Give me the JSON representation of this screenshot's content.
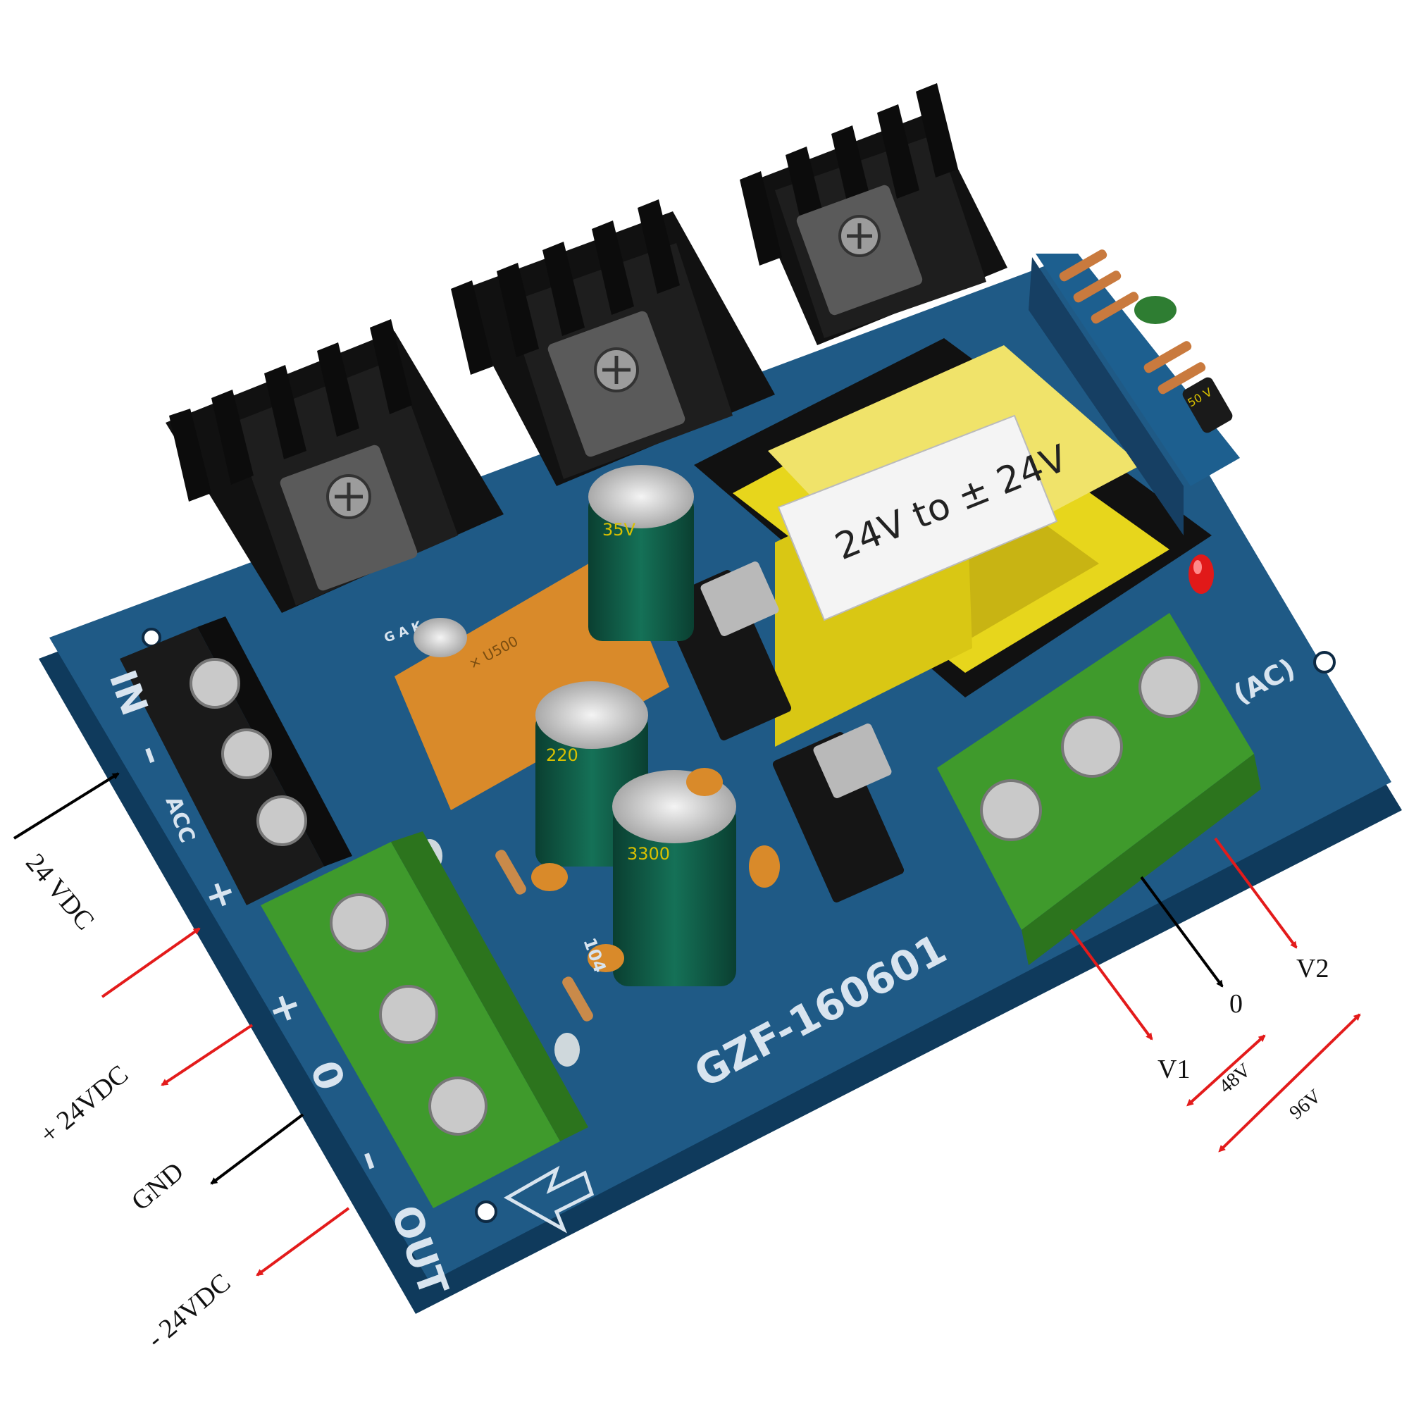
{
  "board": {
    "model": "GZF-160601",
    "transformer_label": "24V to ± 24V",
    "input_marks": {
      "in": "IN",
      "minus": "–",
      "acc": "ACC",
      "plus": "+"
    },
    "output_marks": {
      "plus": "+",
      "zero": "0",
      "minus": "–",
      "out": "OUT"
    },
    "ac_mark": "(AC)",
    "capacitor_marks": [
      "35V",
      "220",
      "3300",
      "50 V"
    ],
    "chip_mark": "104",
    "pin_marks": "G A K"
  },
  "annotations": {
    "input_voltage": "24 VDC",
    "out_plus": "+ 24VDC",
    "out_gnd": "GND",
    "out_minus": "- 24VDC",
    "ac_v1": "V1",
    "ac_zero": "0",
    "ac_v2": "V2",
    "span_48": "48V",
    "span_96": "96V"
  },
  "colors": {
    "pcb": "#1f5a86",
    "heatsink": "#161616",
    "terminal_black": "#1a1a1a",
    "terminal_green": "#3f9a2c",
    "transformer_yellow": "#e7d61c",
    "capacitor_green": "#0f5a46",
    "arrow_red": "#e31b1b",
    "arrow_black": "#000000"
  }
}
